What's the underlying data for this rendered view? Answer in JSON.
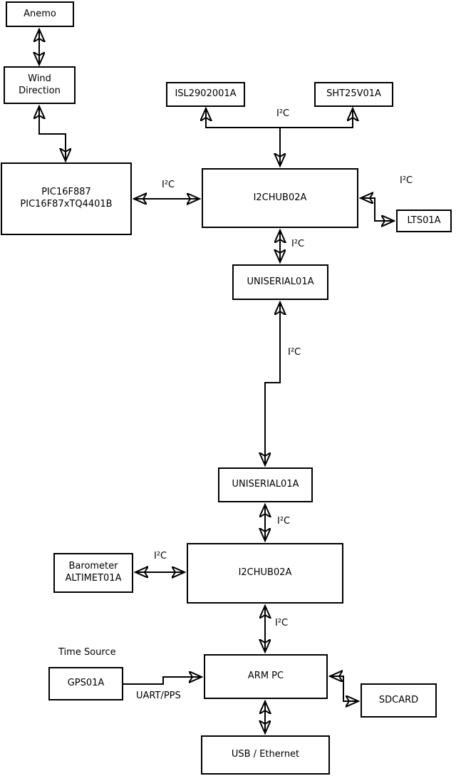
{
  "diagram": {
    "nodes": {
      "anemo": {
        "label": "Anemo"
      },
      "wind": {
        "label": "Wind\nDirection"
      },
      "pic": {
        "label": "PIC16F887\nPIC16F87xTQ4401B"
      },
      "isl": {
        "label": "ISL2902001A"
      },
      "sht": {
        "label": "SHT25V01A"
      },
      "hub1": {
        "label": "I2CHUB02A"
      },
      "lts": {
        "label": "LTS01A"
      },
      "uniserial1": {
        "label": "UNISERIAL01A"
      },
      "uniserial2": {
        "label": "UNISERIAL01A"
      },
      "barometer": {
        "label": "Barometer\nALTIMET01A"
      },
      "hub2": {
        "label": "I2CHUB02A"
      },
      "gps": {
        "label": "GPS01A"
      },
      "arm_pc": {
        "label": "ARM PC"
      },
      "sdcard": {
        "label": "SDCARD"
      },
      "usb_ethernet": {
        "label": "USB / Ethernet"
      }
    },
    "edge_labels": {
      "sensor_bus": "I²C",
      "pic_bus": "I²C",
      "lts_bus": "I²C",
      "hub1_uniserial": "I²C",
      "uniserial_link": "I²C",
      "uniserial_hub2": "I²C",
      "barometer_bus": "I²C",
      "hub2_arm": "I²C",
      "time_source": "Time Source",
      "uart_pps": "UART/PPS"
    },
    "edges": [
      {
        "from": "anemo",
        "to": "wind",
        "arrows": "both",
        "label": ""
      },
      {
        "from": "wind",
        "to": "pic",
        "arrows": "both",
        "label": ""
      },
      {
        "from": "pic",
        "to": "hub1",
        "arrows": "both",
        "label": "I²C"
      },
      {
        "from": "hub1",
        "to": "isl",
        "arrows": "both",
        "label": "I²C"
      },
      {
        "from": "hub1",
        "to": "sht",
        "arrows": "both",
        "label": "I²C"
      },
      {
        "from": "hub1",
        "to": "lts",
        "arrows": "both",
        "label": "I²C"
      },
      {
        "from": "hub1",
        "to": "uniserial1",
        "arrows": "both",
        "label": "I²C"
      },
      {
        "from": "uniserial1",
        "to": "uniserial2",
        "arrows": "both",
        "label": "I²C"
      },
      {
        "from": "uniserial2",
        "to": "hub2",
        "arrows": "both",
        "label": "I²C"
      },
      {
        "from": "barometer",
        "to": "hub2",
        "arrows": "both",
        "label": "I²C"
      },
      {
        "from": "hub2",
        "to": "arm_pc",
        "arrows": "both",
        "label": "I²C"
      },
      {
        "from": "gps",
        "to": "arm_pc",
        "arrows": "to",
        "label": "UART/PPS"
      },
      {
        "from": "arm_pc",
        "to": "sdcard",
        "arrows": "both",
        "label": ""
      },
      {
        "from": "arm_pc",
        "to": "usb_ethernet",
        "arrows": "both",
        "label": ""
      }
    ],
    "colors": {
      "line": "#000000",
      "box_fill": "#ffffff",
      "background": "#ffffff",
      "text": "#000000"
    }
  }
}
